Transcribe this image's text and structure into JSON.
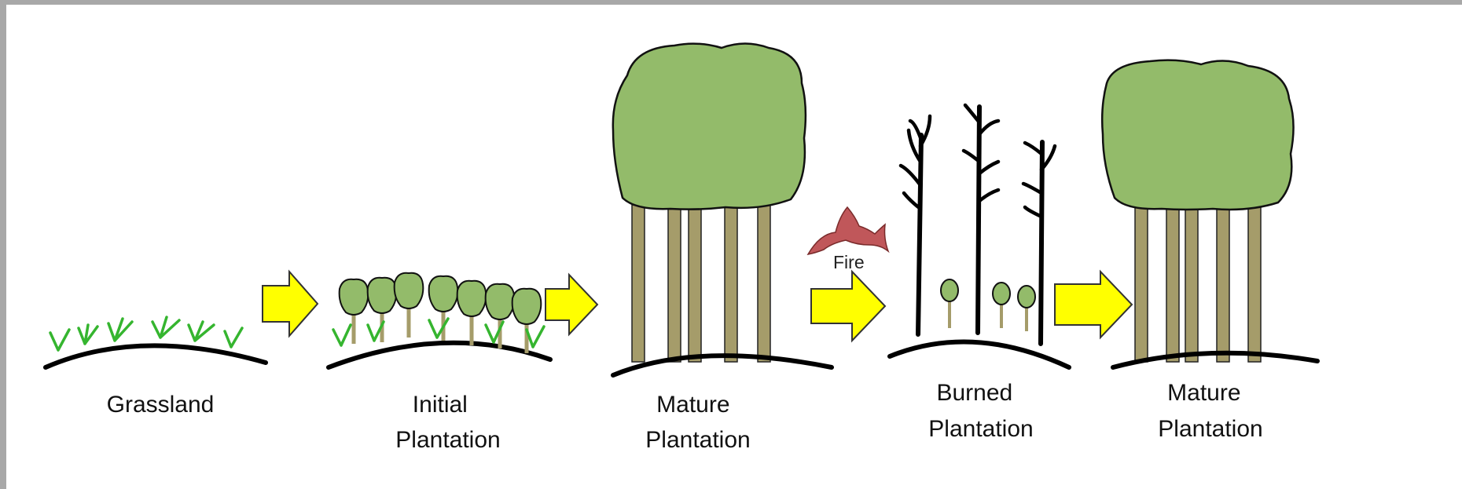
{
  "stages": [
    {
      "id": "grassland",
      "lines": [
        "Grassland"
      ]
    },
    {
      "id": "initial",
      "lines": [
        "Initial",
        "Plantation"
      ]
    },
    {
      "id": "mature1",
      "lines": [
        "Mature",
        "Plantation"
      ]
    },
    {
      "id": "burned",
      "lines": [
        "Burned",
        "Plantation"
      ]
    },
    {
      "id": "mature2",
      "lines": [
        "Mature",
        "Plantation"
      ]
    }
  ],
  "fire_label": "Fire",
  "colors": {
    "crown": "#93bb6a",
    "trunk": "#a59c6a",
    "grass": "#35b52f",
    "arrow": "#ffff00",
    "fire": "#c0575a",
    "frame": "#a8a8a8"
  }
}
